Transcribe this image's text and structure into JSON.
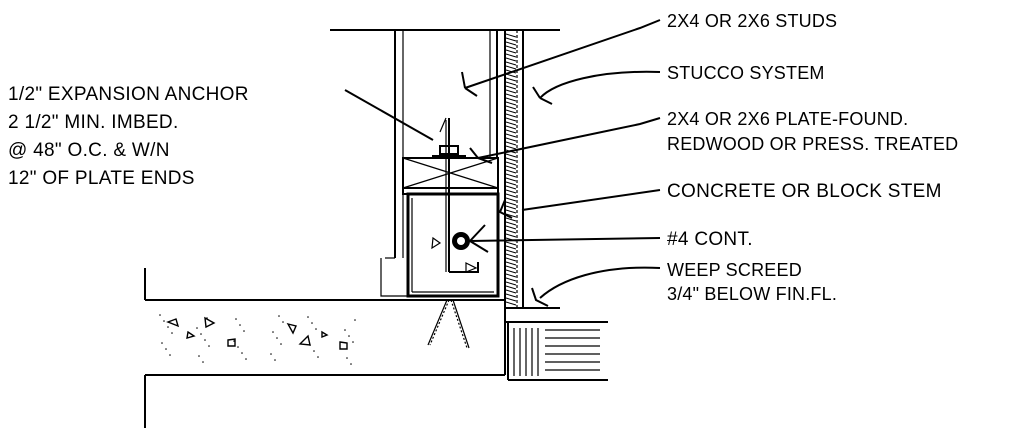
{
  "callouts": {
    "anchor": [
      "1/2\" EXPANSION ANCHOR",
      "2 1/2\" MIN. IMBED.",
      "@ 48\" O.C. & W/N",
      "12\" OF PLATE ENDS"
    ],
    "studs": "2X4 OR 2X6 STUDS",
    "stucco": "STUCCO SYSTEM",
    "plate": [
      "2X4 OR 2X6 PLATE-FOUND.",
      "REDWOOD OR PRESS. TREATED"
    ],
    "stem": "CONCRETE OR BLOCK STEM",
    "rebar": "#4 CONT.",
    "weep": [
      "WEEP SCREED",
      "3/4\" BELOW FIN.FL."
    ]
  }
}
